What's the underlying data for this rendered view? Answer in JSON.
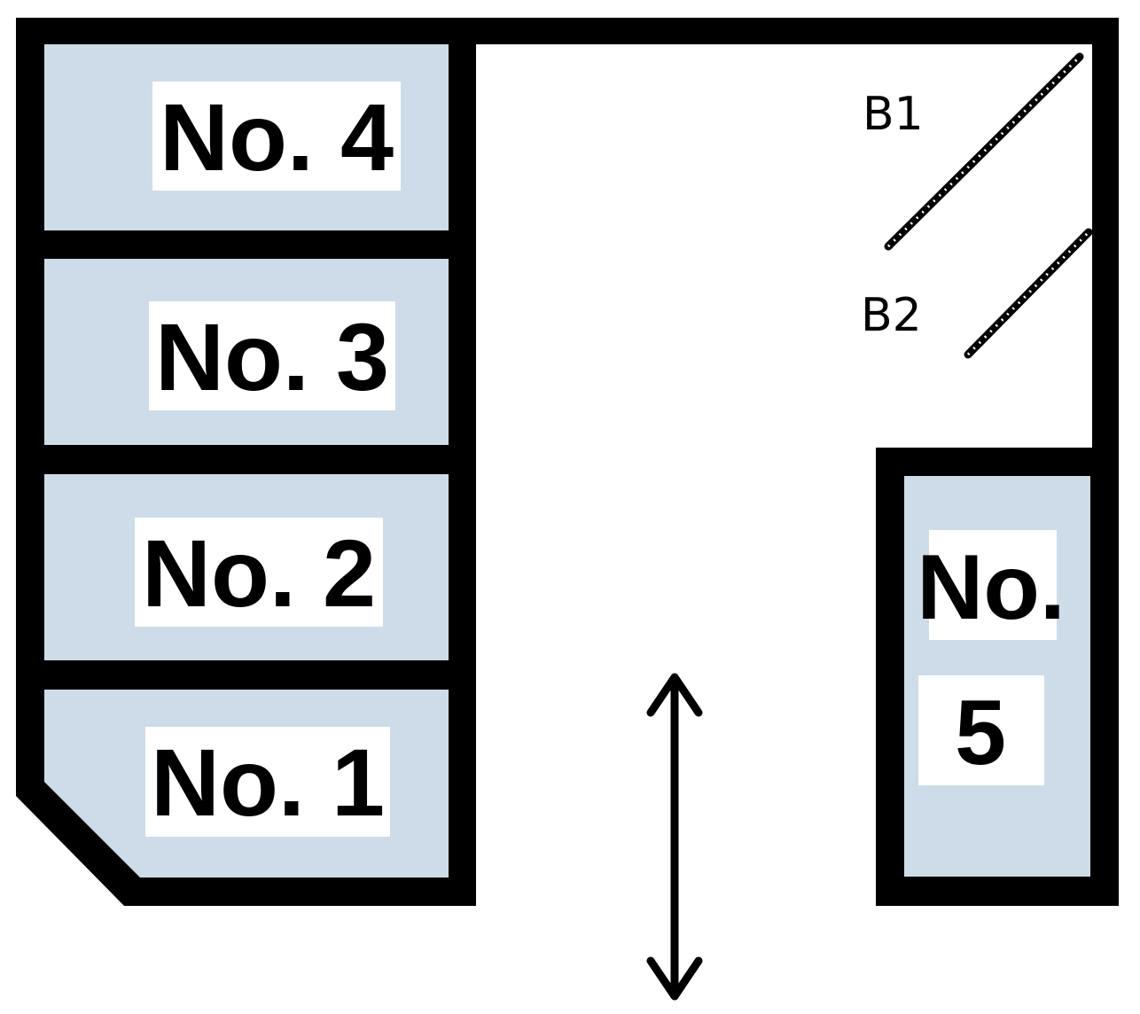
{
  "colors": {
    "wall": "#000000",
    "room_fill": "#cddce8",
    "label_bg": "#ffffff",
    "background": "#ffffff"
  },
  "rooms": [
    {
      "id": "room-4",
      "label": "No. 4"
    },
    {
      "id": "room-3",
      "label": "No. 3"
    },
    {
      "id": "room-2",
      "label": "No. 2"
    },
    {
      "id": "room-1",
      "label": "No. 1"
    },
    {
      "id": "room-5",
      "label_line1": "No.",
      "label_line2": "5"
    }
  ],
  "doors": [
    {
      "id": "door-b1",
      "label": "B1"
    },
    {
      "id": "door-b2",
      "label": "B2"
    }
  ],
  "entrance_icon": "double-arrow-vertical-icon"
}
